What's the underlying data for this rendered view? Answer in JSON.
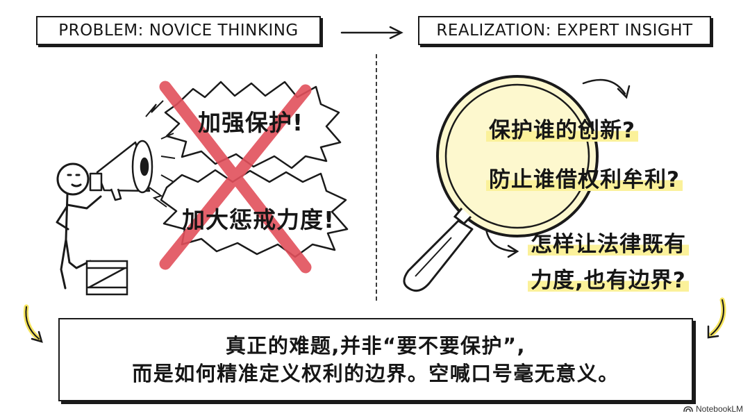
{
  "header": {
    "left_label": "PROBLEM: NOVICE THINKING",
    "right_label": "REALIZATION: EXPERT INSIGHT"
  },
  "left_panel": {
    "shouts": [
      "加强保护!",
      "加大惩戒力度!"
    ]
  },
  "right_panel": {
    "questions": [
      "保护谁的创新?",
      "防止谁借权利牟利?",
      "怎样让法律既有",
      "力度,也有边界?"
    ]
  },
  "conclusion": {
    "lines": [
      "真正的难题,并非“要不要保护”,",
      "而是如何精准定义权利的边界。空喊口号毫无意义。"
    ]
  },
  "watermark": {
    "text": "NotebookLM"
  },
  "colors": {
    "highlight": "#fbf19a",
    "cross": "#e2505c",
    "lens_tint": "#fbf3a6",
    "ink": "#1a1a1a"
  }
}
